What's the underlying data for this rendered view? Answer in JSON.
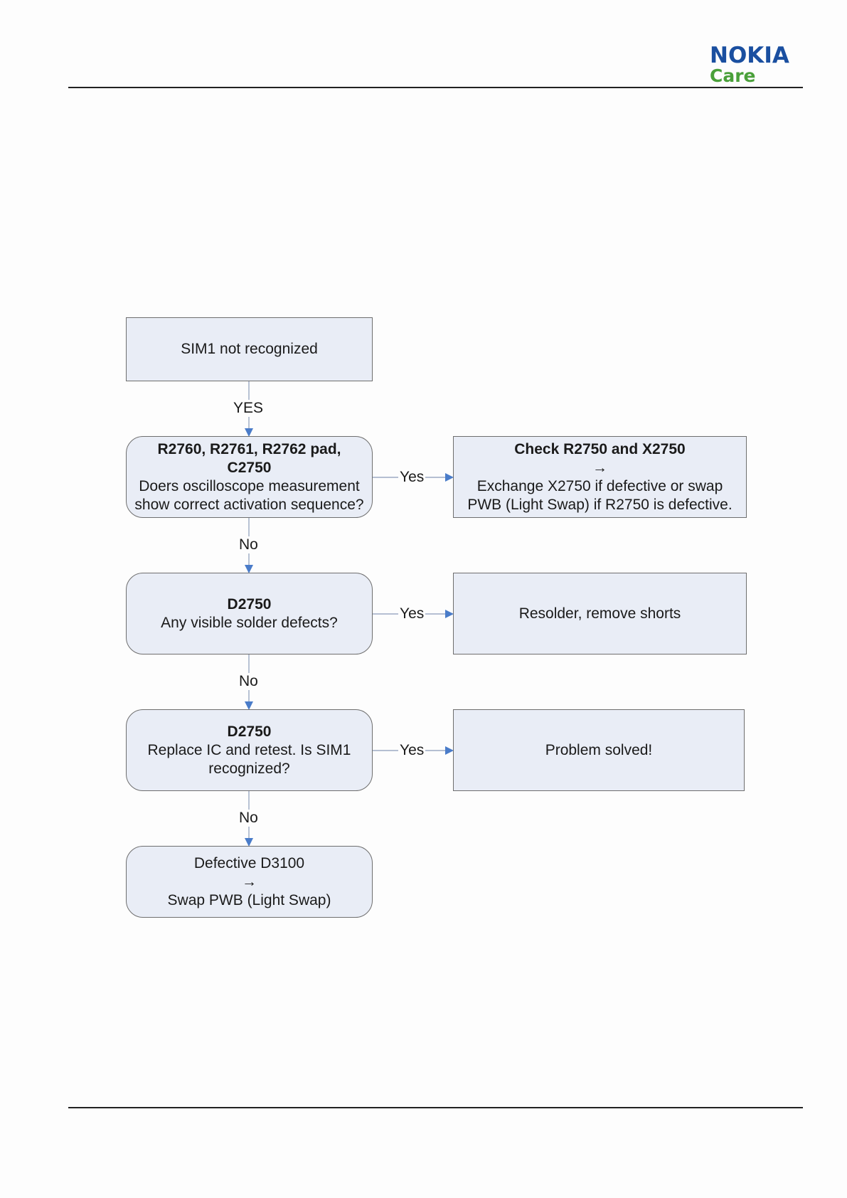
{
  "header": {
    "logo_brand": "NOKIA",
    "logo_sub": "Care",
    "brand_color": "#1a4fa0",
    "sub_color": "#4aa03a"
  },
  "diagram": {
    "box_fill": "#e9edf6",
    "arrow_color": "#4a7cc9",
    "nodes": {
      "start": {
        "lines": [
          "SIM1 not recognized"
        ]
      },
      "q1": {
        "bold": [
          "R2760, R2761, R2762 pad,",
          "C2750"
        ],
        "lines": [
          "Doers oscilloscope measurement",
          "show correct activation sequence?"
        ]
      },
      "a1": {
        "bold": [
          "Check R2750 and X2750"
        ],
        "arrow": "→",
        "lines": [
          "Exchange X2750 if defective or swap",
          "PWB (Light Swap) if R2750 is defective."
        ]
      },
      "q2": {
        "bold": [
          "D2750"
        ],
        "lines": [
          "Any visible solder defects?"
        ]
      },
      "a2": {
        "lines": [
          "Resolder, remove shorts"
        ]
      },
      "q3": {
        "bold": [
          "D2750"
        ],
        "lines": [
          "Replace IC and retest. Is SIM1",
          "recognized?"
        ]
      },
      "a3": {
        "lines": [
          "Problem solved!"
        ]
      },
      "end": {
        "lines": [
          "Defective D3100"
        ],
        "arrow": "→",
        "lines2": [
          "Swap PWB (Light Swap)"
        ]
      }
    },
    "edge_labels": {
      "start_q1": "YES",
      "q1_a1": "Yes",
      "q1_q2": "No",
      "q2_a2": "Yes",
      "q2_q3": "No",
      "q3_a3": "Yes",
      "q3_end": "No"
    }
  }
}
